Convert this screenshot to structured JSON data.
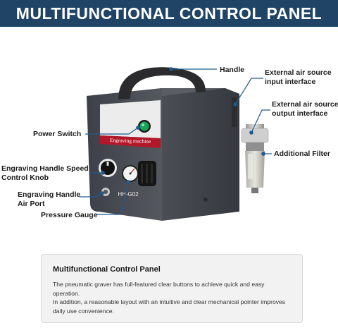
{
  "banner": {
    "title": "MULTIFUNCTIONAL CONTROL PANEL"
  },
  "machine": {
    "panel_label": "Engraving machine",
    "model": "HH-G02"
  },
  "callouts": {
    "handle": "Handle",
    "air_input_line1": "External air source",
    "air_input_line2": "input interface",
    "air_output_line1": "External air source",
    "air_output_line2": "output interface",
    "filter": "Additional Filter",
    "power_switch": "Power Switch",
    "speed_knob_line1": "Engraving Handle Speed",
    "speed_knob_line2": "Control Knob",
    "air_port_line1": "Engraving Handle",
    "air_port_line2": "Air Port",
    "gauge": "Pressure Gauge"
  },
  "info": {
    "title": "Multifunctional Control Panel",
    "line1": "The pneumatic graver has full-featured clear buttons to achieve quick and easy operation.",
    "line2": "In addition, a reasonable layout with an intuitive and clear mechanical pointer improves",
    "line3": "daily use convenience."
  },
  "colors": {
    "banner": "#1f4466",
    "callout_line": "#1f5a8c",
    "body": "#4a4d55",
    "stripe": "#b3182a"
  }
}
